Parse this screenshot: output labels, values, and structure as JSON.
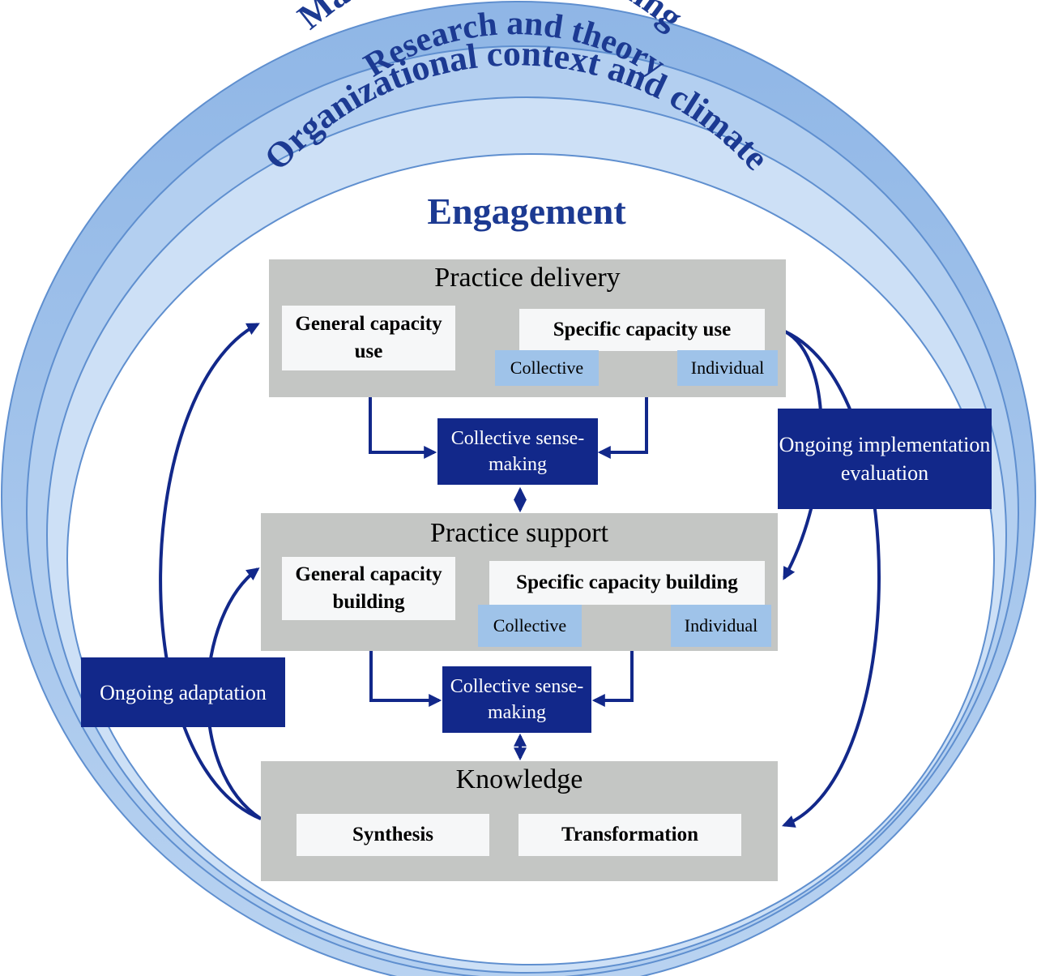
{
  "rings": {
    "outer": "Macro policy and funding",
    "second": "Research and theory",
    "third": "Organizational context and climate",
    "center": "Engagement"
  },
  "practice_delivery": {
    "title": "Practice delivery",
    "general": "General capacity use",
    "specific": "Specific capacity use",
    "collective": "Collective",
    "individual": "Individual",
    "sense_making": "Collective sense-making"
  },
  "practice_support": {
    "title": "Practice support",
    "general": "General capacity building",
    "specific": "Specific capacity building",
    "collective": "Collective",
    "individual": "Individual",
    "sense_making": "Collective sense-making"
  },
  "knowledge": {
    "title": "Knowledge",
    "synthesis": "Synthesis",
    "transformation": "Transformation"
  },
  "side_labels": {
    "evaluation": "Ongoing implementation evaluation",
    "adaptation": "Ongoing adaptation"
  },
  "colors": {
    "dark_blue": "#12288a",
    "light_blue": "#9fc3e9",
    "panel_gray": "#c4c6c4",
    "ring_text": "#1c3a92"
  }
}
